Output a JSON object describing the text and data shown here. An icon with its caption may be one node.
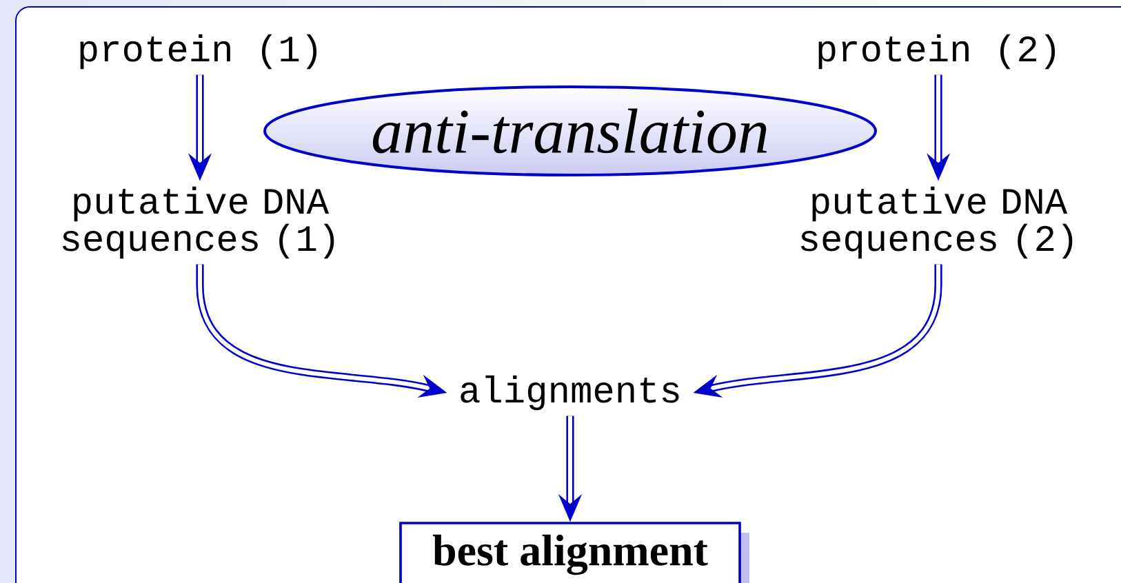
{
  "diagram": {
    "nodes": [
      {
        "text": [
          "protein (1)"
        ]
      },
      {
        "text": [
          "protein (2)"
        ]
      },
      {
        "text": [
          "anti-translation"
        ]
      },
      {
        "text": [
          "putative DNA sequences (1)"
        ]
      },
      {
        "text": [
          "putative DNA sequences (2)"
        ]
      },
      {
        "text": [
          "alignments"
        ]
      },
      {
        "text": [
          "best alignment"
        ]
      }
    ],
    "edges": [
      {
        "from": 0,
        "to": 3,
        "arrow": "to"
      },
      {
        "from": 1,
        "to": 4,
        "arrow": "to"
      },
      {
        "from": 3,
        "to": 5,
        "arrow": "to"
      },
      {
        "from": 4,
        "to": 5,
        "arrow": "to"
      },
      {
        "from": 5,
        "to": 6,
        "arrow": "to"
      }
    ]
  }
}
